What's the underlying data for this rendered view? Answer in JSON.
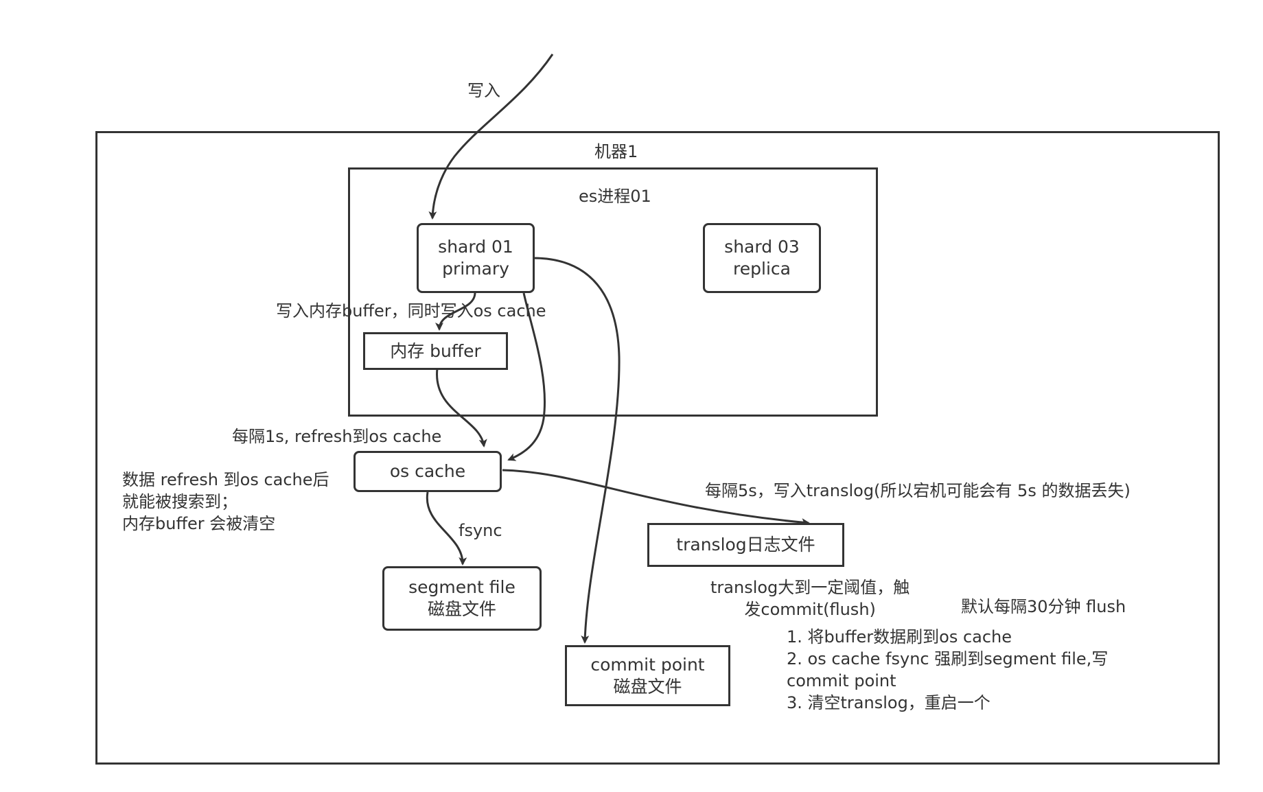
{
  "diagram": {
    "labels": {
      "write_in": "写入",
      "machine": "机器1",
      "es_process": "es进程01",
      "write_buffer_and_cache": "写入内存buffer，同时写入os cache",
      "refresh_every_1s": "每隔1s, refresh到os cache",
      "refresh_note": [
        "数据 refresh 到os cache后",
        "就能被搜索到；",
        "内存buffer 会被清空"
      ],
      "fsync": "fsync",
      "translog_every_5s": "每隔5s，写入translog(所以宕机可能会有 5s 的数据丢失)",
      "translog_threshold": [
        "translog大到一定阈值，触",
        "发commit(flush)"
      ],
      "default_flush": "默认每隔30分钟 flush",
      "commit_steps": [
        "1. 将buffer数据刷到os cache",
        "2. os cache fsync 强刷到segment file,写",
        "commit point",
        "3. 清空translog，重启一个"
      ]
    },
    "nodes": {
      "shard01": [
        "shard 01",
        "primary"
      ],
      "shard03": [
        "shard 03",
        "replica"
      ],
      "memory_buffer": [
        "内存 buffer"
      ],
      "os_cache": [
        "os cache"
      ],
      "segment_file": [
        "segment file",
        "磁盘文件"
      ],
      "translog_file": [
        "translog日志文件"
      ],
      "commit_point": [
        "commit point",
        "磁盘文件"
      ]
    },
    "colors": {
      "stroke": "#333333",
      "text": "#333333",
      "background": "#ffffff"
    }
  }
}
